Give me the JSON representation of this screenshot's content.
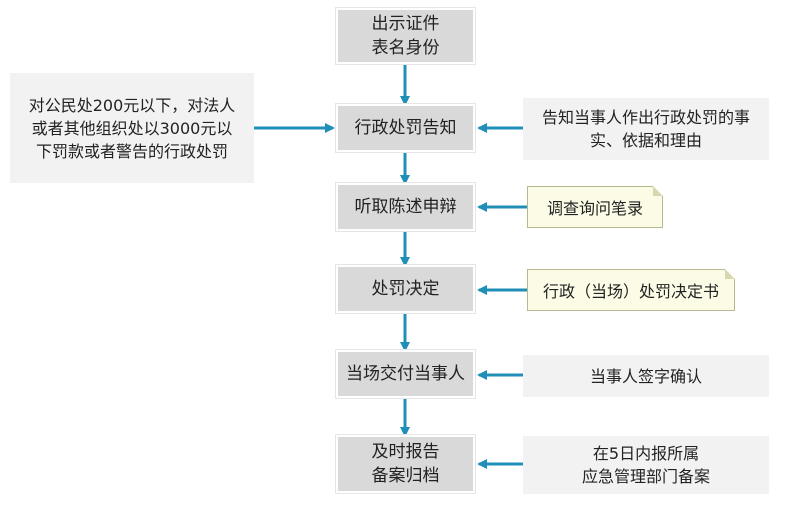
{
  "main_steps": [
    {
      "lines": [
        "出示证件",
        "表名身份"
      ]
    },
    {
      "lines": [
        "行政处罚告知"
      ]
    },
    {
      "lines": [
        "听取陈述申辩"
      ]
    },
    {
      "lines": [
        "处罚决定"
      ]
    },
    {
      "lines": [
        "当场交付当事人"
      ]
    },
    {
      "lines": [
        "及时报告",
        "备案归档"
      ]
    }
  ],
  "left_note": {
    "lines": [
      "对公民处200元以下，对法人",
      "或者其他组织处以3000元以",
      "下罚款或者警告的行政处罚"
    ]
  },
  "right_notes": [
    {
      "lines": [
        "告知当事人作出行政处罚的事",
        "实、依据和理由"
      ],
      "style": "plain"
    },
    {
      "lines": [
        "调查询问笔录"
      ],
      "style": "note"
    },
    {
      "lines": [
        "行政（当场）处罚决定书"
      ],
      "style": "note"
    },
    {
      "lines": [
        "当事人签字确认"
      ],
      "style": "plain"
    },
    {
      "lines": [
        "在5日内报所属",
        "应急管理部门备案"
      ],
      "style": "plain"
    }
  ],
  "colors": {
    "arrow": "#1f8fb8",
    "main_box": "#d9d9d9",
    "side_box": "#f2f2f2",
    "note_box": "#fbfbe6"
  }
}
